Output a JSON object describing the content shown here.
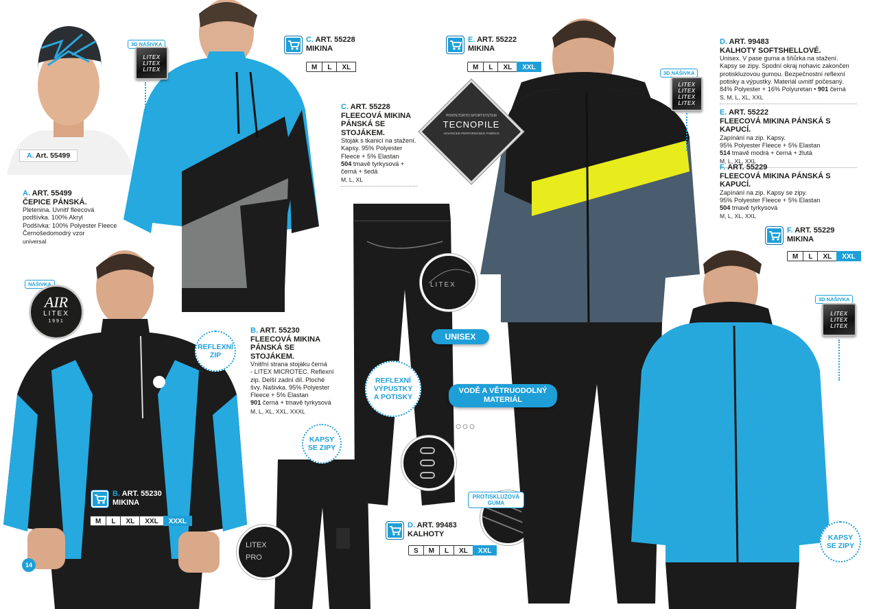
{
  "page_number": "14",
  "colors": {
    "accent": "#1f9fd7",
    "black": "#1d1d1b",
    "neon": "#e8ec1c",
    "grey": "#808080",
    "navy": "#445566"
  },
  "labels": {
    "badge_3d": "3D NÁŠIVKA",
    "badge_nasivka": "NÁŠIVKA",
    "reflexni_zip": "REFLEXNÍ ZIP",
    "reflexni_vypustky": "REFLEXNÍ VÝPUSTKY A POTISKY",
    "kapsy_se_zipy": "KAPSY SE ZIPY",
    "unisex": "UNISEX",
    "vode_vetru": "VODĚ A VĚTRUODOLNÝ MATERIÁL",
    "protiskluzova": "PROTISKLUZOVÁ GUMA"
  },
  "logos": {
    "airlitex": {
      "mark": "AIR",
      "name": "LITEX",
      "year": "1991"
    },
    "tecnopile": {
      "top": "PONTETORTO SPORTSYSTEM",
      "name": "TECNOPILE",
      "sub": "ADVANCED PERFORMANCE FABRICS"
    },
    "patch_text": "LITEX"
  },
  "products": {
    "a": {
      "photo_label": {
        "letter": "A.",
        "text": "Art. 55499"
      },
      "desc": {
        "letter": "A.",
        "art": "ART. 55499",
        "title": "ČEPICE PÁNSKÁ.",
        "lines": [
          "Pletenina. Uvnitř fleecová",
          "podšívka. 100% Akryl",
          "Podšívka: 100% Polyester Fleece",
          "Černošedomodrý vzor"
        ],
        "sizes": "universal"
      }
    },
    "b": {
      "cart": {
        "letter": "B.",
        "art": "ART. 55230",
        "name": "MIKINA"
      },
      "sizes": [
        "M",
        "L",
        "XL",
        "XXL",
        "XXXL"
      ],
      "desc": {
        "letter": "B.",
        "art": "ART. 55230",
        "title": "FLEECOVÁ MIKINA PÁNSKÁ SE STOJÁKEM.",
        "lines": [
          "Vnitřní strana stojáku černá",
          "- LITEX MICROTEC. Reflexní",
          "zip. Delší zadní díl. Ploché",
          "švy. Našivka. 95% Polyester",
          "Fleece + 5% Elastan"
        ],
        "color_code": "901",
        "color_text": "černá + tmavě tyrkysová",
        "sizes": "M, L, XL, XXL, XXXL"
      }
    },
    "c": {
      "cart": {
        "letter": "C.",
        "art": "ART. 55228",
        "name": "MIKINA"
      },
      "sizes": [
        "M",
        "L",
        "XL"
      ],
      "desc": {
        "letter": "C.",
        "art": "ART. 55228",
        "title": "FLEECOVÁ MIKINA PÁNSKÁ SE STOJÁKEM.",
        "lines": [
          "Stoják s tkanicí na stažení.",
          "Kapsy. 95% Polyester",
          "Fleece + 5% Elastan"
        ],
        "color_code": "504",
        "color_text": "tmavě tyrkysová + černá + šedá",
        "sizes": "M, L, XL"
      }
    },
    "d": {
      "cart": {
        "letter": "D.",
        "art": "ART. 99483",
        "name": "KALHOTY"
      },
      "sizes": [
        "S",
        "M",
        "L",
        "XL",
        "XXL"
      ],
      "desc": {
        "letter": "D.",
        "art": "ART. 99483",
        "title": "KALHOTY SOFTSHELLOVÉ.",
        "lines": [
          "Unisex. V pase guma a šňůrka na stažení.",
          "Kapsy se zipy. Spodní okraj nohavic zakončen",
          "protiskluzovou gumou. Bezpečnostní reflexní",
          "potisky a výpustky. Materiál uvnitř počesaný.",
          "84% Polyester + 16% Polyuretan •"
        ],
        "color_code": "901",
        "color_text": "černá",
        "sizes": "S, M, L, XL, XXL"
      }
    },
    "e": {
      "cart": {
        "letter": "E.",
        "art": "ART. 55222",
        "name": "MIKINA"
      },
      "sizes": [
        "M",
        "L",
        "XL",
        "XXL"
      ],
      "desc": {
        "letter": "E.",
        "art": "ART. 55222",
        "title": "FLEECOVÁ MIKINA PÁNSKÁ S KAPUCÍ.",
        "lines": [
          "Zapínání na zip. Kapsy.",
          "95% Polyester Fleece + 5% Elastan"
        ],
        "color_code": "514",
        "color_text": "tmavě modrá + černá + žlutá",
        "sizes": "M, L, XL, XXL"
      }
    },
    "f": {
      "cart": {
        "letter": "F.",
        "art": "ART. 55229",
        "name": "MIKINA"
      },
      "sizes": [
        "M",
        "L",
        "XL",
        "XXL"
      ],
      "desc": {
        "letter": "F.",
        "art": "ART. 55229",
        "title": "FLEECOVÁ MIKINA PÁNSKÁ S KAPUCÍ.",
        "lines": [
          "Zapínání na zip. Kapsy se zipy.",
          "95% Polyester Fleece + 5% Elastan"
        ],
        "color_code": "504",
        "color_text": "tmavě tyrkysová",
        "sizes": "M, L, XL, XXL"
      }
    }
  }
}
